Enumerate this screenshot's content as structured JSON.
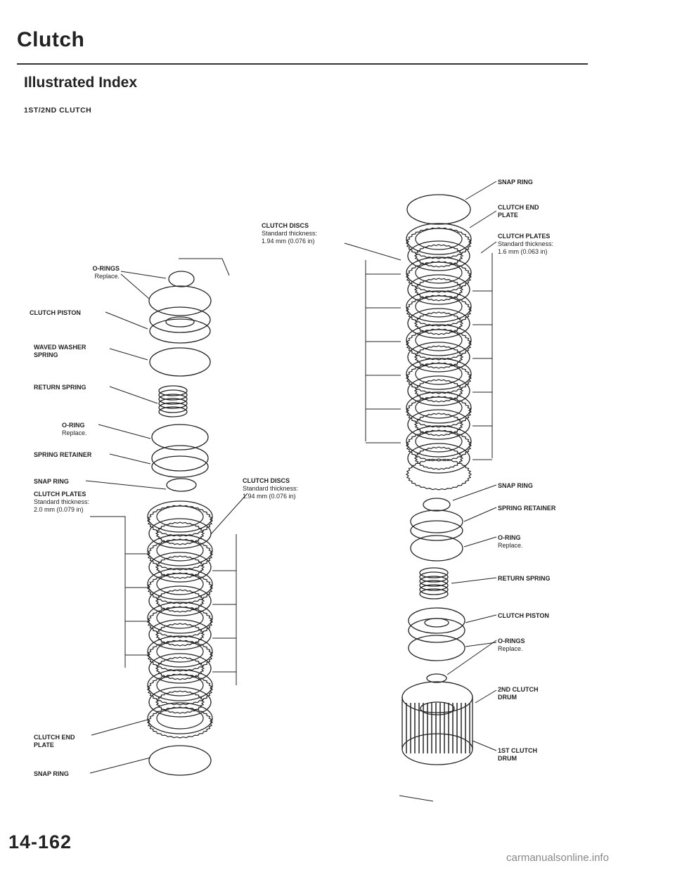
{
  "header": {
    "title": "Clutch",
    "subtitle": "Illustrated Index",
    "section": "1ST/2ND CLUTCH"
  },
  "labels": {
    "left_orings": {
      "name": "O-RINGS",
      "note": "Replace."
    },
    "left_piston": "CLUTCH PISTON",
    "left_waved": [
      "WAVED WASHER",
      "SPRING"
    ],
    "left_return": "RETURN SPRING",
    "left_oring": {
      "name": "O-RING",
      "note": "Replace."
    },
    "left_retainer": "SPRING RETAINER",
    "left_snap_top": "SNAP RING",
    "left_plates": {
      "name": "CLUTCH PLATES",
      "spec1": "Standard thickness:",
      "spec2": "2.0 mm (0.079 in)"
    },
    "left_discs": {
      "name": "CLUTCH DISCS",
      "spec1": "Standard thickness:",
      "spec2": "1.94 mm (0.076 in)"
    },
    "left_endplate": [
      "CLUTCH END",
      "PLATE"
    ],
    "left_snap_bottom": "SNAP RING",
    "right_snap_top": "SNAP RING",
    "right_endplate": [
      "CLUTCH END",
      "PLATE"
    ],
    "right_discs": {
      "name": "CLUTCH DISCS",
      "spec1": "Standard thickness:",
      "spec2": "1.94 mm (0.076 in)"
    },
    "right_plates": {
      "name": "CLUTCH PLATES",
      "spec1": "Standard thickness:",
      "spec2": "1.6 mm (0.063 in)"
    },
    "right_snap_mid": "SNAP RING",
    "right_retainer": "SPRING RETAINER",
    "right_oring": {
      "name": "O-RING",
      "note": "Replace."
    },
    "right_return": "RETURN SPRING",
    "right_piston": "CLUTCH PISTON",
    "right_orings": {
      "name": "O-RINGS",
      "note": "Replace."
    },
    "right_drum2": [
      "2ND CLUTCH",
      "DRUM"
    ],
    "right_drum1": [
      "1ST CLUTCH",
      "DRUM"
    ]
  },
  "footer": {
    "page": "14-162",
    "watermark": "carmanualsonline.info"
  }
}
